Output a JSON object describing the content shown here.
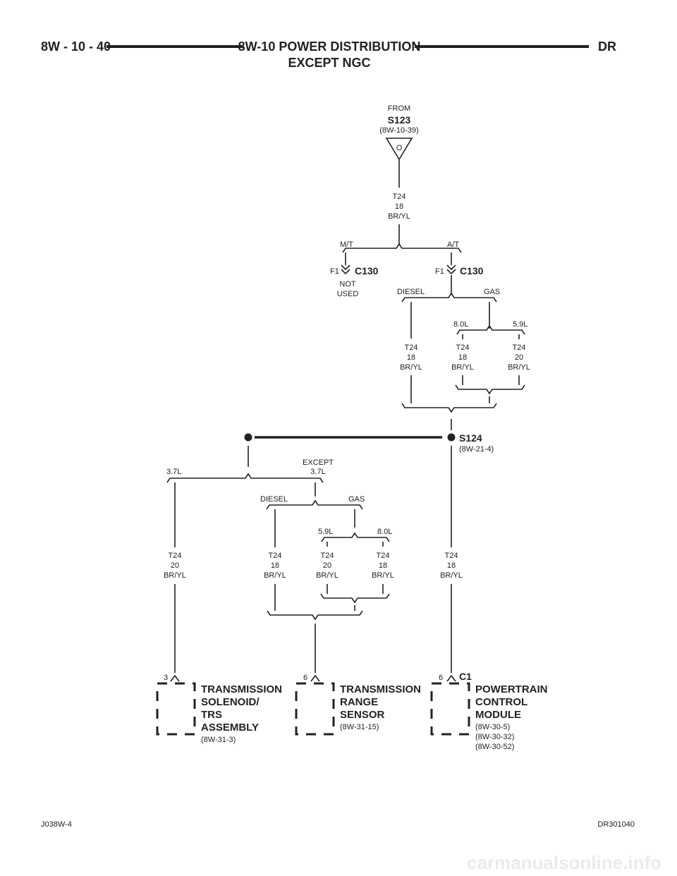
{
  "header": {
    "page_number": "8W - 10 - 40",
    "title_line1": "8W-10 POWER DISTRIBUTION",
    "title_line2": "EXCEPT NGC",
    "model": "DR"
  },
  "source": {
    "from": "FROM",
    "splice": "S123",
    "ref": "(8W-10-39)",
    "symbol": "O"
  },
  "wire_t24_18": {
    "circuit": "T24",
    "gauge": "18",
    "color": "BR/YL"
  },
  "wire_t24_20": {
    "circuit": "T24",
    "gauge": "20",
    "color": "BR/YL"
  },
  "options": {
    "mt": "M/T",
    "at": "A/T",
    "diesel": "DIESEL",
    "gas": "GAS",
    "l80": "8.0L",
    "l59": "5.9L",
    "l37": "3.7L",
    "except": "EXCEPT"
  },
  "connector": {
    "pin": "F1",
    "name": "C130",
    "not": "NOT",
    "used": "USED"
  },
  "splice2": {
    "name": "S124",
    "ref": "(8W-21-4)"
  },
  "components": {
    "tsa": {
      "pin": "3",
      "line1": "TRANSMISSION",
      "line2": "SOLENOID/",
      "line3": "TRS",
      "line4": "ASSEMBLY",
      "ref": "(8W-31-3)"
    },
    "trs": {
      "pin": "6",
      "line1": "TRANSMISSION",
      "line2": "RANGE",
      "line3": "SENSOR",
      "ref": "(8W-31-15)"
    },
    "pcm": {
      "pin": "6",
      "connector": "C1",
      "line1": "POWERTRAIN",
      "line2": "CONTROL",
      "line3": "MODULE",
      "ref1": "(8W-30-5)",
      "ref2": "(8W-30-32)",
      "ref3": "(8W-30-52)"
    }
  },
  "footer": {
    "left": "J038W-4",
    "right": "DR301040"
  },
  "watermark": "carmanualsonline.info"
}
